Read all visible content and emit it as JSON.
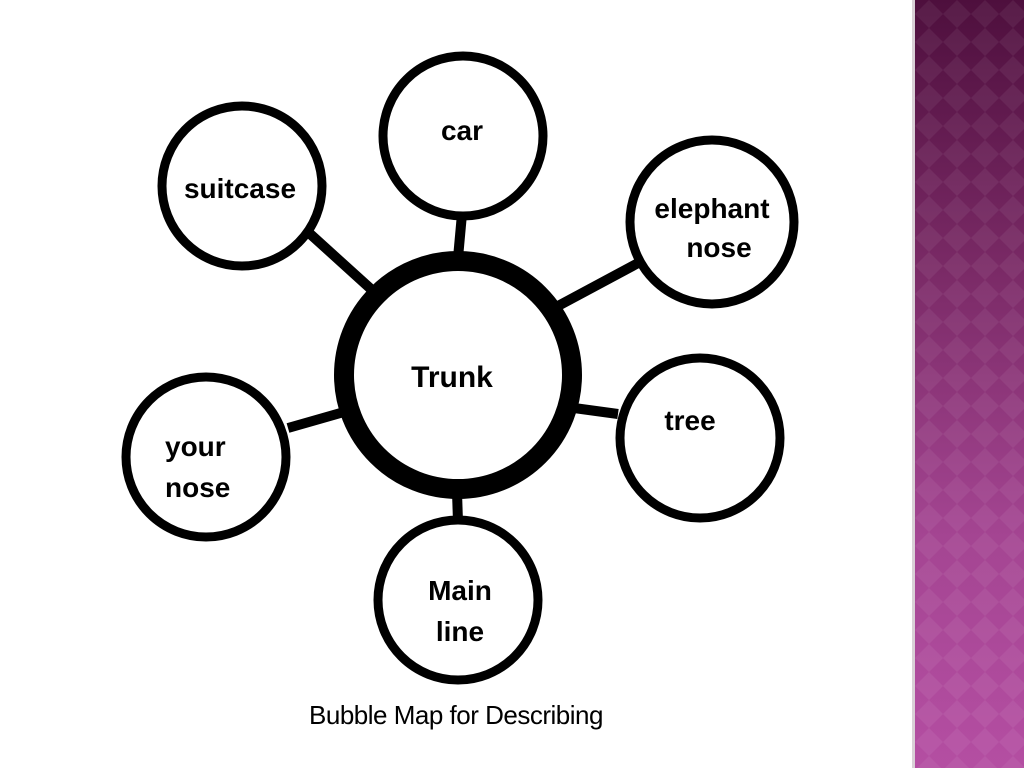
{
  "diagram": {
    "center": {
      "label": "Trunk"
    },
    "bubbles": [
      {
        "id": "suitcase",
        "lines": [
          "suitcase"
        ]
      },
      {
        "id": "car",
        "lines": [
          "car"
        ]
      },
      {
        "id": "elephant-nose",
        "lines": [
          "elephant",
          "nose"
        ]
      },
      {
        "id": "tree",
        "lines": [
          "tree"
        ]
      },
      {
        "id": "main-line",
        "lines": [
          "Main",
          "line"
        ]
      },
      {
        "id": "your-nose",
        "lines": [
          "your",
          "nose"
        ]
      }
    ],
    "caption": "Bubble Map for Describing"
  },
  "colors": {
    "stroke": "#000000",
    "background": "#ffffff",
    "sidebar_top": "#4e0f3d",
    "sidebar_bottom": "#b44ea2"
  }
}
